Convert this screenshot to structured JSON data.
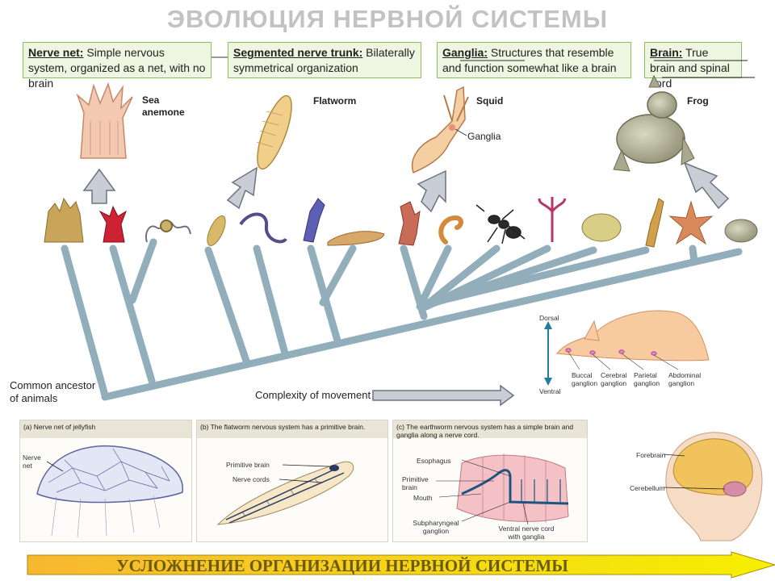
{
  "title": "ЭВОЛЮЦИЯ НЕРВНОЙ СИСТЕМЫ",
  "boxes": [
    {
      "term": "Nerve net:",
      "text": " Simple nervous system, organized as a net, with no brain"
    },
    {
      "term": "Segmented nerve trunk:",
      "text": " Bilaterally symmetrical organization"
    },
    {
      "term": "Ganglia:",
      "text": " Structures that resemble and function somewhat like a brain"
    },
    {
      "term": "Brain:",
      "text": " True brain and spinal cord"
    }
  ],
  "animals": {
    "sea_anemone": "Sea anemone",
    "flatworm": "Flatworm",
    "squid": "Squid",
    "ganglia": "Ganglia",
    "frog": "Frog"
  },
  "tree": {
    "ancestor": "Common ancestor of animals",
    "complexity": "Complexity of movement"
  },
  "insert": {
    "dorsal": "Dorsal",
    "ventral": "Ventral",
    "buccal": "Buccal ganglion",
    "cerebral": "Cerebral ganglion",
    "parietal": "Parietal ganglion",
    "abdominal": "Abdominal ganglion"
  },
  "panels": {
    "a_title": "(a) Nerve net of jellyfish",
    "a_label": "Nerve net",
    "b_title": "(b) The flatworm nervous system has a primitive brain.",
    "b_brain": "Primitive brain",
    "b_cords": "Nerve cords",
    "c_title": "(c) The earthworm nervous system has a simple brain and ganglia along a nerve cord.",
    "c_esophagus": "Esophagus",
    "c_brain": "Primitive brain",
    "c_mouth": "Mouth",
    "c_subpharyngeal": "Subpharyngeal ganglion",
    "c_ventral": "Ventral nerve cord with ganglia",
    "d_forebrain": "Forebrain",
    "d_cerebellum": "Cerebellum"
  },
  "banner": "УСЛОЖНЕНИЕ ОРГАНИЗАЦИИ НЕРВНОЙ СИСТЕМЫ",
  "colors": {
    "box_bg": "#eef6e1",
    "box_border": "#8cbf61",
    "tree": "#93aebb",
    "banner_start": "#f7b731",
    "banner_end": "#f6f000"
  }
}
